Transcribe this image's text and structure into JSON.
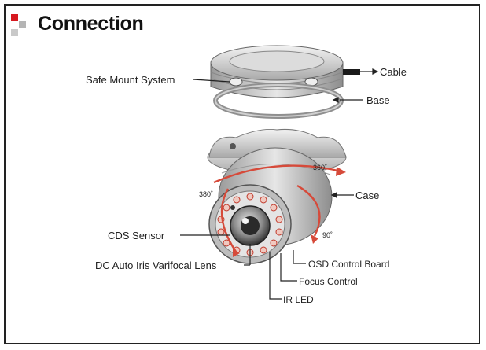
{
  "title": "Connection",
  "labels": {
    "safe_mount": "Safe Mount System",
    "cable": "Cable",
    "base": "Base",
    "case": "Case",
    "cds_sensor": "CDS Sensor",
    "dc_lens": "DC Auto Iris Varifocal Lens",
    "osd_board": "OSD Control Board",
    "focus_control": "Focus Control",
    "ir_led": "IR LED"
  },
  "rotations": {
    "pan": "360˚",
    "rotate": "380˚",
    "tilt": "90˚"
  },
  "colors": {
    "accent": "#d71920",
    "rotation_arrow": "#d64a3a",
    "text": "#222222"
  }
}
